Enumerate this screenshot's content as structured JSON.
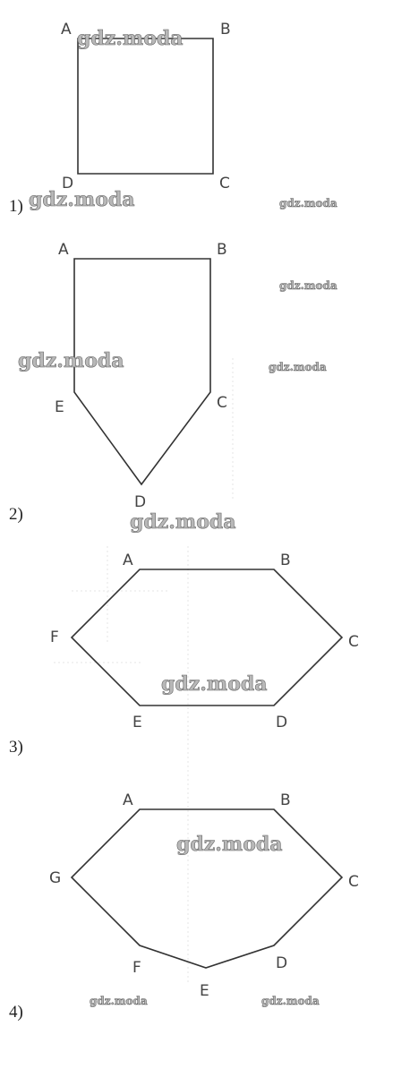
{
  "figures": [
    {
      "number": "1)",
      "vertices": [
        "A",
        "B",
        "C",
        "D"
      ]
    },
    {
      "number": "2)",
      "vertices": [
        "A",
        "B",
        "C",
        "D",
        "E"
      ]
    },
    {
      "number": "3)",
      "vertices": [
        "A",
        "B",
        "C",
        "D",
        "E",
        "F"
      ]
    },
    {
      "number": "4)",
      "vertices": [
        "A",
        "B",
        "C",
        "D",
        "E",
        "F",
        "G"
      ]
    }
  ],
  "watermark": "gdz.moda",
  "colors": {
    "line": "#333333",
    "watermark": "#b8b8b8"
  }
}
